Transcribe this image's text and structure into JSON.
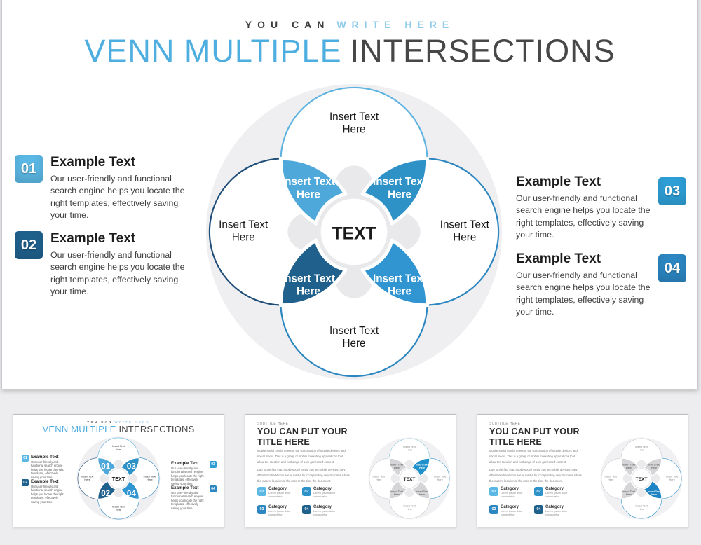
{
  "slide": {
    "kicker_part1": "YOU CAN",
    "kicker_part2": "WRITE HERE",
    "title_part1": "VENN MULTIPLE",
    "title_part2": "INTERSECTIONS",
    "items_left": [
      {
        "num": "01",
        "badge_color": "#5BB8E4",
        "heading": "Example Text",
        "body": "Our user-friendly and functional search engine helps you locate the right templates, effectively saving your time."
      },
      {
        "num": "02",
        "badge_color": "#1F618D",
        "heading": "Example Text",
        "body": "Our user-friendly and functional search engine helps you locate the right templates, effectively saving your time."
      }
    ],
    "items_right": [
      {
        "num": "03",
        "badge_color": "#2E9FD6",
        "heading": "Example Text",
        "body": "Our user-friendly and functional search engine helps you locate the right templates, effectively saving your time."
      },
      {
        "num": "04",
        "badge_color": "#2B86C2",
        "heading": "Example Text",
        "body": "Our user-friendly and functional search engine helps you locate the right templates, effectively saving your time."
      }
    ],
    "venn": {
      "bg": "#EFEFF1",
      "flower": "#E9E9EC",
      "center": "TEXT",
      "center_color": "#1A1A1A",
      "outer_label_color": "#161616",
      "strokes": {
        "top": "#5FB3E0",
        "left": "#1F4E79",
        "right": "#2C86C0",
        "bottom": "#2C86C0"
      },
      "outer_labels": {
        "top": [
          "Insert Text",
          "Here"
        ],
        "left": [
          "Insert Text",
          "Here"
        ],
        "right": [
          "Insert Text",
          "Here"
        ],
        "bottom": [
          "Insert Text",
          "Here"
        ]
      },
      "petals": {
        "tl": {
          "fill": "#4FA8DA",
          "label": [
            "Insert Text",
            "Here"
          ],
          "label_color": "#FFFFFF"
        },
        "tr": {
          "fill": "#2F92C7",
          "label": [
            "Insert Text",
            "Here"
          ],
          "label_color": "#FFFFFF"
        },
        "bl": {
          "fill": "#20608D",
          "label": [
            "Insert Text",
            "Here"
          ],
          "label_color": "#FFFFFF"
        },
        "br": {
          "fill": "#3095D1",
          "label": [
            "Insert Text",
            "Here"
          ],
          "label_color": "#FFFFFF"
        }
      }
    }
  },
  "thumb1": {
    "kicker_part1": "YOU CAN",
    "kicker_part2": "WRITE HERE",
    "title_part1": "VENN MULTIPLE",
    "title_part2": "INTERSECTIONS",
    "items_left": [
      {
        "num": "01",
        "badge_color": "#5BB8E4",
        "heading": "Example Text",
        "body": "Our user-friendly and functional search engine helps you locate the right templates, effectively saving your time."
      },
      {
        "num": "02",
        "badge_color": "#1F618D",
        "heading": "Example Text",
        "body": "Our user-friendly and functional search engine helps you locate the right templates, effectively saving your time."
      }
    ],
    "items_right": [
      {
        "num": "03",
        "badge_color": "#2E9FD6",
        "heading": "Example Text",
        "body": "Our user-friendly and functional search engine helps you locate the right templates, effectively saving your time."
      },
      {
        "num": "04",
        "badge_color": "#2B86C2",
        "heading": "Example Text",
        "body": "Our user-friendly and functional search engine helps you locate the right templates, effectively saving your time."
      }
    ],
    "venn": {
      "bg": "#EFEFF1",
      "flower": "#E9E9EC",
      "center": "TEXT",
      "center_color": "#1A1A1A",
      "outer_label_color": "#333333",
      "strokes": {
        "top": "#5FB3E0",
        "left": "#1F4E79",
        "right": "#2C86C0",
        "bottom": "#2C86C0"
      },
      "outer_labels": {
        "top": [
          "Insert Text",
          "Here"
        ],
        "left": [
          "Insert Text",
          "Here"
        ],
        "right": [
          "Insert Text",
          "Here"
        ],
        "bottom": [
          "Insert Text",
          "Here"
        ]
      },
      "petals": {
        "tl": {
          "fill": "#4FA8DA",
          "label": [
            "01"
          ],
          "label_color": "#FFFFFF"
        },
        "tr": {
          "fill": "#2F92C7",
          "label": [
            "03"
          ],
          "label_color": "#FFFFFF"
        },
        "bl": {
          "fill": "#20608D",
          "label": [
            "02"
          ],
          "label_color": "#FFFFFF"
        },
        "br": {
          "fill": "#3095D1",
          "label": [
            "04"
          ],
          "label_color": "#FFFFFF"
        }
      }
    }
  },
  "thumb2": {
    "subtitle": "SUBTITLE HERE",
    "title": "YOU CAN PUT YOUR TITLE HERE",
    "para1": "Mobile social media refers to the combination of mobile devices and social media. This is a group of mobile marketing applications that allow the creation and exchange of user-generated content.",
    "para2": "Due to the fact that mobile social media run on mobile devices, they differ from traditional social media by incorporating new factors such as the current location of the user or the time the document.",
    "categories": [
      {
        "num": "01",
        "badge_color": "#5BB8E4",
        "label": "Category",
        "sub": "Lorem ipsum dolor consectetur"
      },
      {
        "num": "02",
        "badge_color": "#2E93C9",
        "label": "Category",
        "sub": "Lorem ipsum dolor consectetur"
      },
      {
        "num": "03",
        "badge_color": "#2C86C0",
        "label": "Category",
        "sub": "Lorem ipsum dolor consectetur"
      },
      {
        "num": "04",
        "badge_color": "#1F618D",
        "label": "Category",
        "sub": "Lorem ipsum dolor consectetur"
      }
    ],
    "venn": {
      "bg": "#F1F1F3",
      "flower": "#EAEAEC",
      "center": "TEXT",
      "center_color": "#1A1A1A",
      "outer_label_color": "#8A8A8A",
      "strokes": {
        "top": "#86C7DB",
        "left": "#C9C9CD",
        "right": "#2E93C9",
        "bottom": "#C9C9CD"
      },
      "outer_labels": {
        "top": [
          "Insert Text",
          "Here"
        ],
        "left": [
          "Insert Text",
          "Here"
        ],
        "right": [
          "Insert Text",
          "Here"
        ],
        "bottom": [
          "Insert Text",
          "Here"
        ]
      },
      "petals": {
        "tl": {
          "fill": "#D5D5D8",
          "label": [
            "Insert Text",
            "Here"
          ],
          "label_color": "#6E6E6E"
        },
        "tr": {
          "fill": "#2191CB",
          "label": [
            "Insert Text",
            "Here"
          ],
          "label_color": "#FFFFFF"
        },
        "bl": {
          "fill": "#D5D5D8",
          "label": [
            "Insert Text",
            "Here"
          ],
          "label_color": "#6E6E6E"
        },
        "br": {
          "fill": "#D5D5D8",
          "label": [
            "Insert Text",
            "Here"
          ],
          "label_color": "#6E6E6E"
        }
      }
    }
  },
  "thumb3": {
    "subtitle": "SUBTITLE HERE",
    "title": "YOU CAN PUT YOUR TITLE HERE",
    "para1": "Mobile social media refers to the combination of mobile devices and social media. This is a group of mobile marketing applications that allow the creation and exchange of user-generated content.",
    "para2": "Due to the fact that mobile social media run on mobile devices, they differ from traditional social media by incorporating new factors such as the current location of the user or the time the document.",
    "categories": [
      {
        "num": "01",
        "badge_color": "#5BB8E4",
        "label": "Category",
        "sub": "Lorem ipsum dolor consectetur"
      },
      {
        "num": "02",
        "badge_color": "#2E93C9",
        "label": "Category",
        "sub": "Lorem ipsum dolor consectetur"
      },
      {
        "num": "03",
        "badge_color": "#2C86C0",
        "label": "Category",
        "sub": "Lorem ipsum dolor consectetur"
      },
      {
        "num": "04",
        "badge_color": "#1F618D",
        "label": "Category",
        "sub": "Lorem ipsum dolor consectetur"
      }
    ],
    "venn": {
      "bg": "#F1F1F3",
      "flower": "#EAEAEC",
      "center": "TEXT",
      "center_color": "#1A1A1A",
      "outer_label_color": "#8A8A8A",
      "strokes": {
        "top": "#C9C9CD",
        "left": "#C9C9CD",
        "right": "#2E93C9",
        "bottom": "#2E93C9"
      },
      "outer_labels": {
        "top": [
          "Insert Text",
          "Here"
        ],
        "left": [
          "Insert Text",
          "Here"
        ],
        "right": [
          "Insert Text",
          "Here"
        ],
        "bottom": [
          "Insert Text",
          "Here"
        ]
      },
      "petals": {
        "tl": {
          "fill": "#D5D5D8",
          "label": [
            "Insert Text",
            "Here"
          ],
          "label_color": "#6E6E6E"
        },
        "tr": {
          "fill": "#D5D5D8",
          "label": [
            "Insert Text",
            "Here"
          ],
          "label_color": "#6E6E6E"
        },
        "bl": {
          "fill": "#D5D5D8",
          "label": [
            "Insert Text",
            "Here"
          ],
          "label_color": "#6E6E6E"
        },
        "br": {
          "fill": "#1E84C4",
          "label": [
            "Insert Text",
            "Here"
          ],
          "label_color": "#FFFFFF"
        }
      }
    }
  }
}
